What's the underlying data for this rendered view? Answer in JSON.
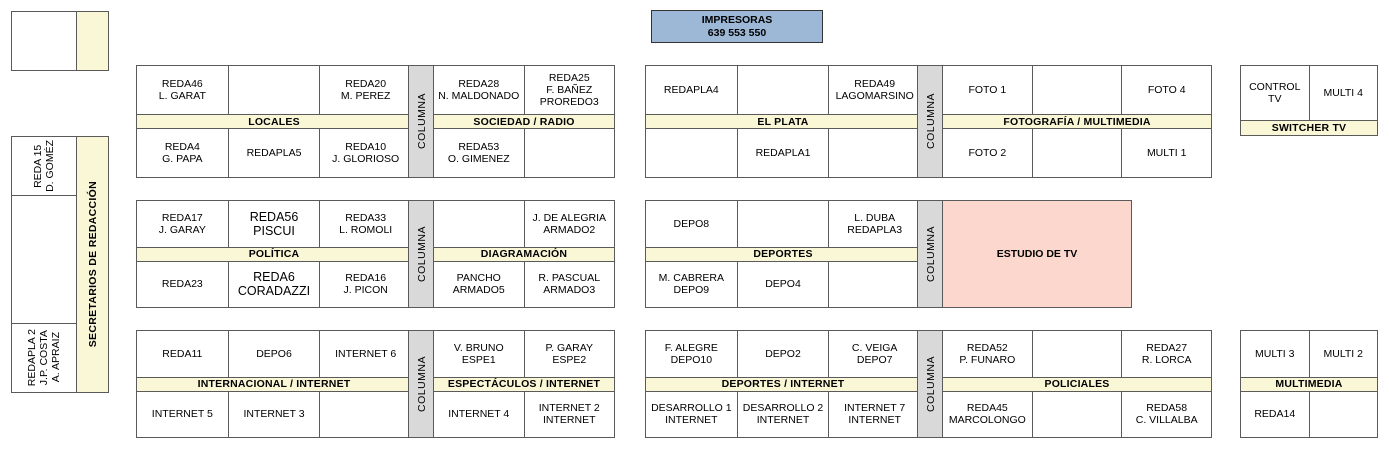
{
  "printers": {
    "name": "printers-banner",
    "title": "IMPRESORAS",
    "numbers": "639  553  550"
  },
  "topleft_box": {
    "name": "empty-top-box"
  },
  "sidebar": {
    "strip_label": "SECRETARIOS DE REDACCIÓN",
    "cells": [
      {
        "text": "REDA 15\nD. GOMÉZ"
      },
      {
        "text": ""
      },
      {
        "text": "REDAPLA 2\nJ.P. COSTA\nA. APRAIZ"
      }
    ]
  },
  "columna_label": "COLUMNA",
  "studio": {
    "label": "ESTUDIO DE TV"
  },
  "groups": {
    "locales": {
      "label": "LOCALES",
      "top": [
        "REDA46\nL. GARAT",
        "",
        "REDA20\nM. PEREZ"
      ],
      "bottom": [
        "REDA4\nG. PAPA",
        "REDAPLA5",
        "REDA10\nJ. GLORIOSO"
      ]
    },
    "sociedad_radio": {
      "label": "SOCIEDAD / RADIO",
      "top": [
        "REDA28\nN. MALDONADO",
        "REDA25\nF. BAÑEZ\nPROREDO3"
      ],
      "bottom": [
        "REDA53\nO. GIMENEZ",
        ""
      ]
    },
    "el_plata": {
      "label": "EL PLATA",
      "top": [
        "REDAPLA4",
        "",
        "REDA49\nLAGOMARSINO"
      ],
      "bottom": [
        "",
        "REDAPLA1",
        ""
      ]
    },
    "fotografia_multimedia": {
      "label": "FOTOGRAFÍA / MULTIMEDIA",
      "top": [
        "FOTO 1",
        "",
        "FOTO 4"
      ],
      "bottom": [
        "FOTO 2",
        "",
        "MULTI 1"
      ]
    },
    "switcher_tv": {
      "label": "SWITCHER TV",
      "top": [
        "CONTROL TV",
        "MULTI 4"
      ]
    },
    "politica": {
      "label": "POLÍTICA",
      "top": [
        "REDA17\nJ. GARAY",
        "REDA56\nPISCUI",
        "REDA33\nL. ROMOLI"
      ],
      "bottom": [
        "REDA23",
        "REDA6\nCORADAZZI",
        "REDA16\nJ. PICON"
      ]
    },
    "diagramacion": {
      "label": "DIAGRAMACIÓN",
      "top": [
        "",
        "J. DE ALEGRIA\nARMADO2"
      ],
      "bottom": [
        "PANCHO\nARMADO5",
        "R. PASCUAL\nARMADO3"
      ]
    },
    "deportes": {
      "label": "DEPORTES",
      "top": [
        "DEPO8",
        "",
        "L. DUBA\nREDAPLA3"
      ],
      "bottom": [
        "M. CABRERA\nDEPO9",
        "DEPO4",
        ""
      ]
    },
    "internacional_internet": {
      "label": "INTERNACIONAL / INTERNET",
      "top": [
        "REDA11",
        "DEPO6",
        "INTERNET 6"
      ],
      "bottom": [
        "INTERNET 5",
        "INTERNET 3",
        ""
      ]
    },
    "espectaculos_internet": {
      "label": "ESPECTÁCULOS / INTERNET",
      "top": [
        "V. BRUNO\nESPE1",
        "P. GARAY\nESPE2"
      ],
      "bottom": [
        "INTERNET 4",
        "INTERNET 2\nINTERNET"
      ]
    },
    "deportes_internet": {
      "label": "DEPORTES / INTERNET",
      "top": [
        "F. ALEGRE\nDEPO10",
        "DEPO2",
        "C. VEIGA\nDEPO7"
      ],
      "bottom": [
        "DESARROLLO 1\nINTERNET",
        "DESARROLLO 2\nINTERNET",
        "INTERNET 7\nINTERNET"
      ]
    },
    "policiales": {
      "label": "POLICIALES",
      "top": [
        "REDA52\nP. FUNARO",
        "",
        "REDA27\nR. LORCA"
      ],
      "bottom": [
        "REDA45\nMARCOLONGO",
        "",
        "REDA58\nC. VILLALBA"
      ]
    },
    "multimedia": {
      "label": "MULTIMEDIA",
      "top": [
        "MULTI 3",
        "MULTI 2"
      ],
      "bottom": [
        "REDA14",
        ""
      ]
    }
  },
  "colors": {
    "label_band": "#faf7d7",
    "columna": "#d9d9d9",
    "printers": "#9db7d6",
    "studio": "#fcd7cd",
    "border": "#5a5a5a"
  }
}
